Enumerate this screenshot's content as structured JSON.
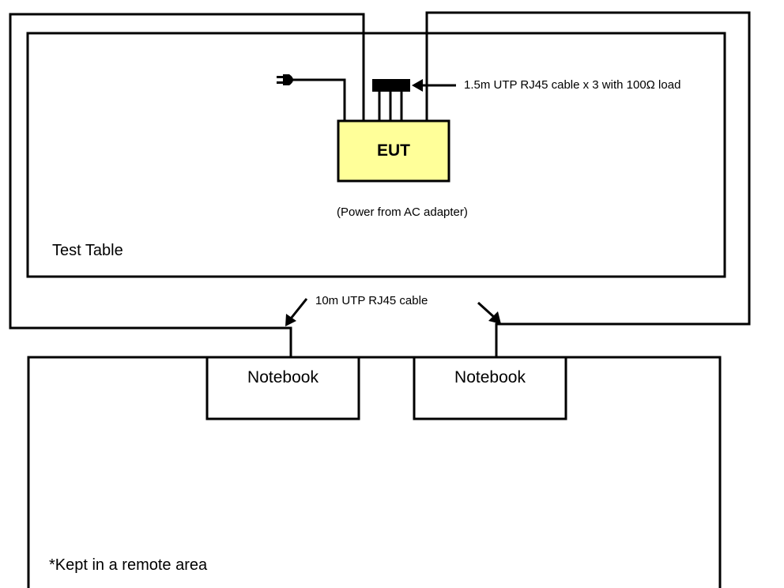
{
  "diagram": {
    "eut_label": "EUT",
    "power_note": "(Power from AC adapter)",
    "test_table_label": "Test Table",
    "short_cable_callout": "1.5m UTP RJ45 cable x 3 with 100Ω load",
    "long_cable_callout": "10m UTP RJ45 cable",
    "notebook_left_label": "Notebook",
    "notebook_right_label": "Notebook",
    "remote_area_note": "*Kept in a remote area",
    "colors": {
      "eut_fill": "#ffff99",
      "line": "#000000"
    },
    "icons": [
      "ac-plug-icon",
      "rj45-load-connector-icon",
      "arrow-icon"
    ]
  }
}
